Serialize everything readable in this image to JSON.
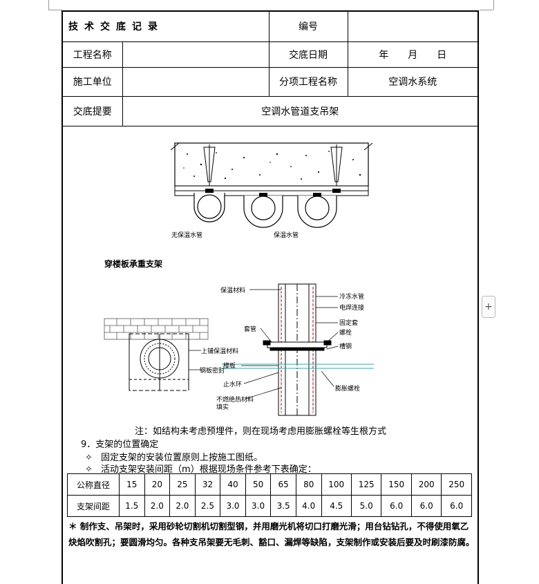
{
  "header": {
    "title": "技术交底记录",
    "number_label": "编号",
    "number_value": "",
    "project_name_label": "工程名称",
    "project_name_value": "",
    "date_label": "交底日期",
    "date_value": "年　　月　　日",
    "contractor_label": "施工单位",
    "contractor_value": "",
    "sub_project_label": "分项工程名称",
    "sub_project_value": "空调水系统",
    "summary_label": "交底提要",
    "summary_value": "空调水管道支吊架"
  },
  "drawing": {
    "label_uninsulated": "无保温水管",
    "label_insulated": "保温水管",
    "section_title": "穿楼板承重支架",
    "label_upper_insulation": "上铺保温材料",
    "label_steel_plate": "钢板密封",
    "label_insulation_material": "保温材料",
    "label_casing": "套管",
    "label_floor_slab": "楼板",
    "label_water_stop_ring": "止水环",
    "label_fireproof_fill": "不燃绝热材料",
    "label_fill": "填实",
    "label_chilled_pipe": "冷冻水管",
    "label_welded": "电焊连接",
    "label_fixing_sleeve": "固定套",
    "label_bolt": "螺栓",
    "label_channel_steel": "槽钢",
    "label_expansion_bolt": "膨胀螺栓"
  },
  "notes": {
    "structure_note": "注：如结构未考虑预埋件，则在现场考虑用膨胀螺栓等生根方式",
    "item9": "9．支架的位置确定",
    "bullet1": "固定支架的安装位置原则上按施工图纸。",
    "bullet2": "活动支架安装间距（m）根据现场条件参考下表确定：",
    "bullet_icon": "diamond-outline-icon",
    "bullet_glyph": "✧"
  },
  "spacing_table": {
    "row1_label": "公称直径",
    "diameters": [
      "15",
      "20",
      "25",
      "32",
      "40",
      "50",
      "65",
      "80",
      "100",
      "125",
      "150",
      "200",
      "250"
    ],
    "row2_label": "支架间距",
    "spacings": [
      "1.5",
      "2.0",
      "2.0",
      "2.5",
      "3.0",
      "3.0",
      "3.5",
      "4.0",
      "4.5",
      "5.0",
      "6.0",
      "6.0",
      "6.0"
    ]
  },
  "final_note": "＊ 制作支、吊架时，采用砂轮切割机切割型钢，并用磨光机将切口打磨光滑；用台钻钻孔，不得使用氧乙炔焰吹割孔；要圆滑均匀。各种支吊架要无毛刺、豁口、漏焊等缺陷，支架制作或安装后要及时刷漆防腐。",
  "ui": {
    "scroll_handle_glyph": "+"
  }
}
